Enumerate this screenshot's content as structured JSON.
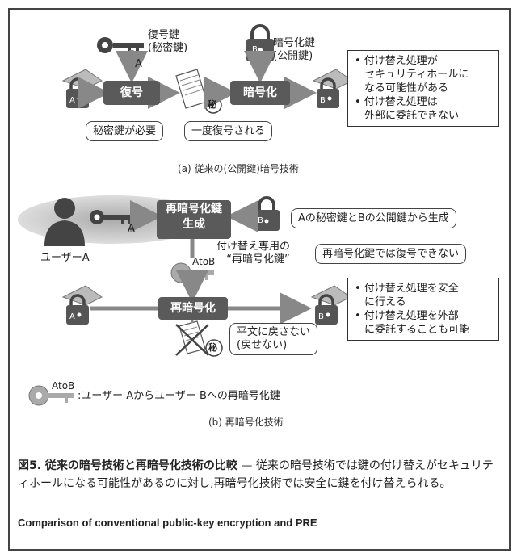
{
  "figure": {
    "part_a": {
      "secret_key_label_1": "復号鍵",
      "secret_key_label_2": "(秘密鍵)",
      "public_key_label_1": "暗号化鍵",
      "public_key_label_2": "(公開鍵)",
      "key_letter": "A",
      "decrypt_box": "復号",
      "encrypt_box": "暗号化",
      "callout_secret": "秘密鍵が必要",
      "callout_once": "一度復号される",
      "doc_mark": "秘",
      "notes": [
        "• 付け替え処理が",
        "セキュリティホールに",
        "なる可能性がある",
        "• 付け替え処理は",
        "外部に委託できない"
      ],
      "caption": "(a) 従来の(公開鍵)暗号技術"
    },
    "part_b": {
      "user_label": "ユーザーA",
      "key_letter": "A",
      "reenc_key_box_1": "再暗号化鍵",
      "reenc_key_box_2": "生成",
      "callout_gen": "Aの秘密鍵とBの公開鍵から生成",
      "dedicated_1": "付け替え専用の",
      "dedicated_2": "“再暗号化鍵”",
      "callout_nodec": "再暗号化鍵では復号できない",
      "atob_key": "AtoB",
      "reenc_box": "再暗号化",
      "callout_plain_1": "平文に戻さない",
      "callout_plain_2": "(戻せない)",
      "doc_mark": "秘",
      "notes": [
        "• 付け替え処理を安全",
        "に行える",
        "• 付け替え処理を外部",
        "に委託することも可能"
      ],
      "legend": ":ユーザー Aからユーザー Bへの再暗号化鍵",
      "caption": "(b) 再暗号化技術"
    }
  },
  "caption": {
    "title": "図5. 従来の暗号技術と再暗号化技術の比較",
    "body": " — 従来の暗号技術では鍵の付け替えがセキュリティホールになる可能性があるのに対し,再暗号化技術では安全に鍵を付け替えられる。",
    "english": "Comparison of conventional public-key encryption and PRE"
  },
  "colors": {
    "dark": "#5a5a5a",
    "arrow": "#888888",
    "envelope": "#bbbbbb"
  }
}
